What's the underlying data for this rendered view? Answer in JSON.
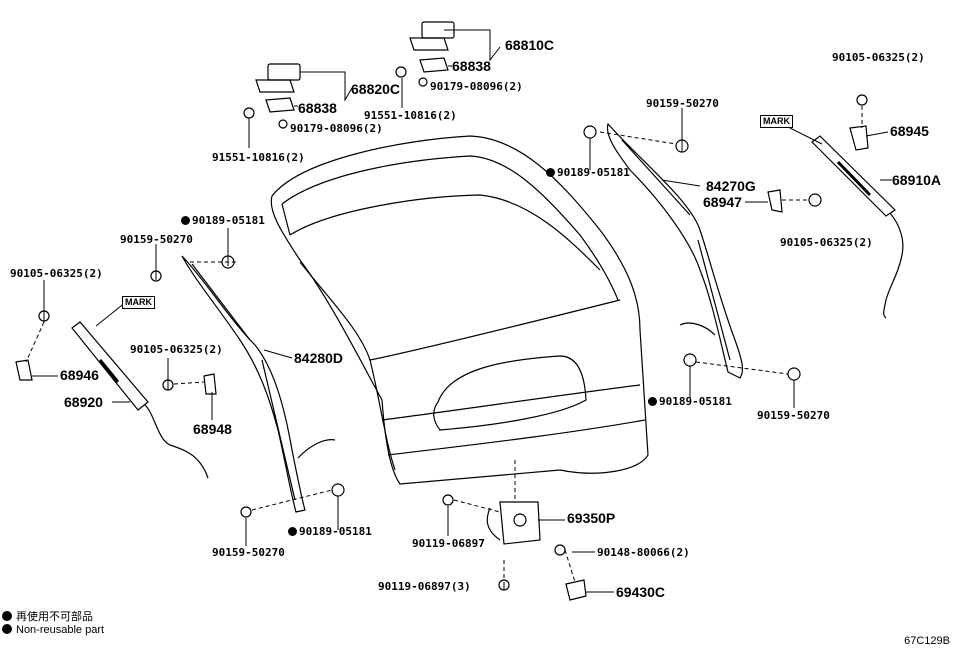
{
  "labels": {
    "p68810c": "68810C",
    "p68838_a": "68838",
    "p90179_a": "90179-08096(2)",
    "p91551_a": "91551-10816(2)",
    "p68820c": "68820C",
    "p68838_b": "68838",
    "p90179_b": "90179-08096(2)",
    "p91551_b": "91551-10816(2)",
    "p90105_tr": "90105-06325(2)",
    "p68945": "68945",
    "p68910a": "68910A",
    "p90159_tr": "90159-50270",
    "p90189_tr": "90189-05181",
    "p84270g": "84270G",
    "p68947": "68947",
    "p90105_r": "90105-06325(2)",
    "p90189_l": "90189-05181",
    "p90159_l": "90159-50270",
    "p90105_l": "90105-06325(2)",
    "p84280d": "84280D",
    "p90105_ml": "90105-06325(2)",
    "p68946": "68946",
    "p68920": "68920",
    "p68948": "68948",
    "p90189_mr": "90189-05181",
    "p90159_mr": "90159-50270",
    "p90159_bl": "90159-50270",
    "p90189_bl": "90189-05181",
    "p90119_a": "90119-06897",
    "p69350p": "69350P",
    "p90148": "90148-80066(2)",
    "p90119_b": "90119-06897(3)",
    "p69430c": "69430C"
  },
  "marks": {
    "mark_right": "MARK",
    "mark_left": "MARK"
  },
  "legend": {
    "line1": "再使用不可部品",
    "line2": "Non-reusable part"
  },
  "figure_id": "67C129B"
}
